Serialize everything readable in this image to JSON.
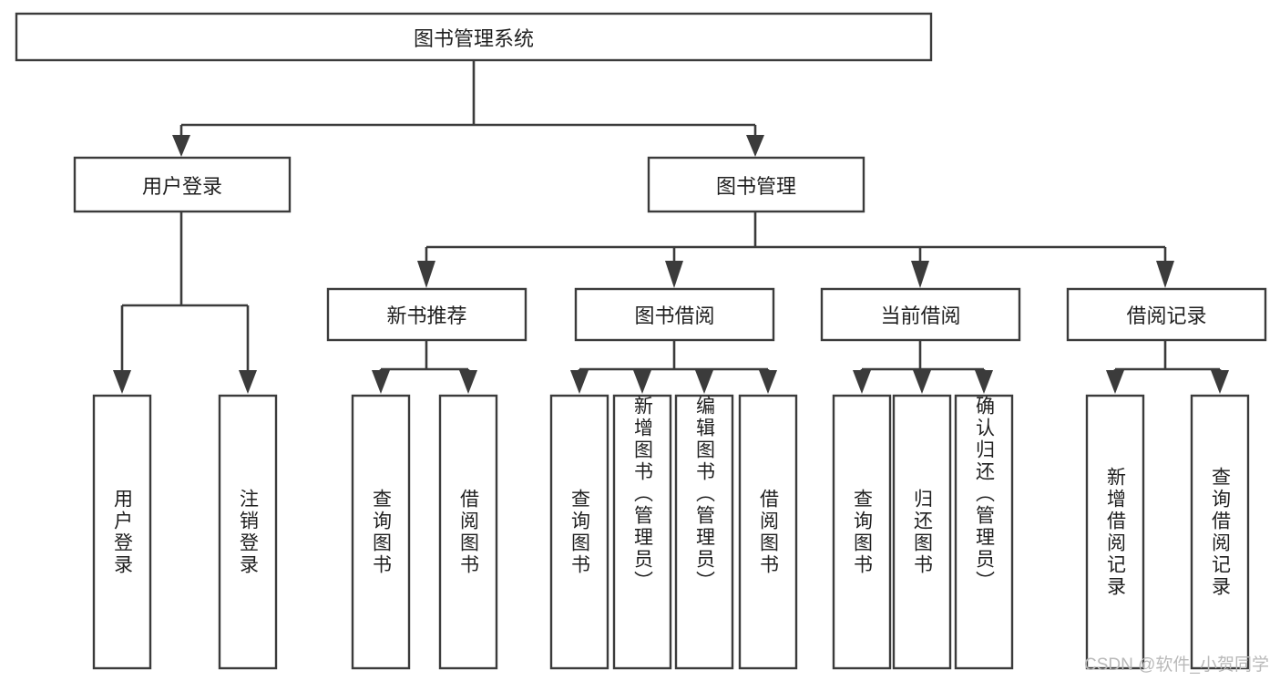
{
  "diagram": {
    "title": "图书管理系统",
    "type": "tree",
    "watermark": "CSDN @软件_小贺同学",
    "colors": {
      "stroke": "#3b3b3b",
      "fill": "#ffffff",
      "text": "#1f1f1f",
      "watermark": "#b9b9b9"
    },
    "root": {
      "label": "图书管理系统"
    },
    "level1": [
      {
        "label": "用户登录"
      },
      {
        "label": "图书管理"
      }
    ],
    "level2": [
      {
        "label": "新书推荐"
      },
      {
        "label": "图书借阅"
      },
      {
        "label": "当前借阅"
      },
      {
        "label": "借阅记录"
      }
    ],
    "leaves": {
      "user_login": [
        {
          "label": "用户登录"
        },
        {
          "label": "注销登录"
        }
      ],
      "new_book_recommend": [
        {
          "label": "查询图书"
        },
        {
          "label": "借阅图书"
        }
      ],
      "book_borrow": [
        {
          "label": "查询图书"
        },
        {
          "label": "新增图书（管理员）"
        },
        {
          "label": "编辑图书（管理员）"
        },
        {
          "label": "借阅图书"
        }
      ],
      "current_borrow": [
        {
          "label": "查询图书"
        },
        {
          "label": "归还图书"
        },
        {
          "label": "确认归还（管理员）"
        }
      ],
      "borrow_records": [
        {
          "label": "新增借阅记录"
        },
        {
          "label": "查询借阅记录"
        }
      ]
    }
  }
}
